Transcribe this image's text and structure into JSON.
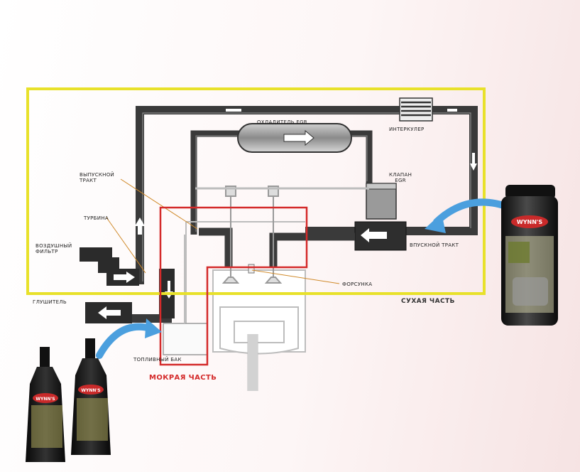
{
  "labels": {
    "egr_cooler": "ОХЛАДИТЕЛЬ EGR",
    "intercooler": "ИНТЕРКУЛЕР",
    "egr_valve": "КЛАПАН\nEGR",
    "exhaust_tract": "ВЫПУСКНОЙ\nТРАКТ",
    "turbine": "ТУРБИНА",
    "air_filter": "ВОЗДУШНЫЙ\nФИЛЬТР",
    "intake_tract": "ВПУСКНОЙ ТРАКТ",
    "injector": "ФОРСУНКА",
    "muffler": "ГЛУШИТЕЛЬ",
    "fuel_tank": "ТОПЛИВНЫЙ БАК"
  },
  "zones": {
    "dry": "СУХАЯ ЧАСТЬ",
    "wet": "МОКРАЯ ЧАСТЬ"
  },
  "products": {
    "brand": "WYNN'S"
  },
  "colors": {
    "dry_zone": "#e8e12a",
    "wet_zone": "#d42a2a",
    "pipe": "#3a3a3a",
    "arrow": "#4b9fde"
  }
}
